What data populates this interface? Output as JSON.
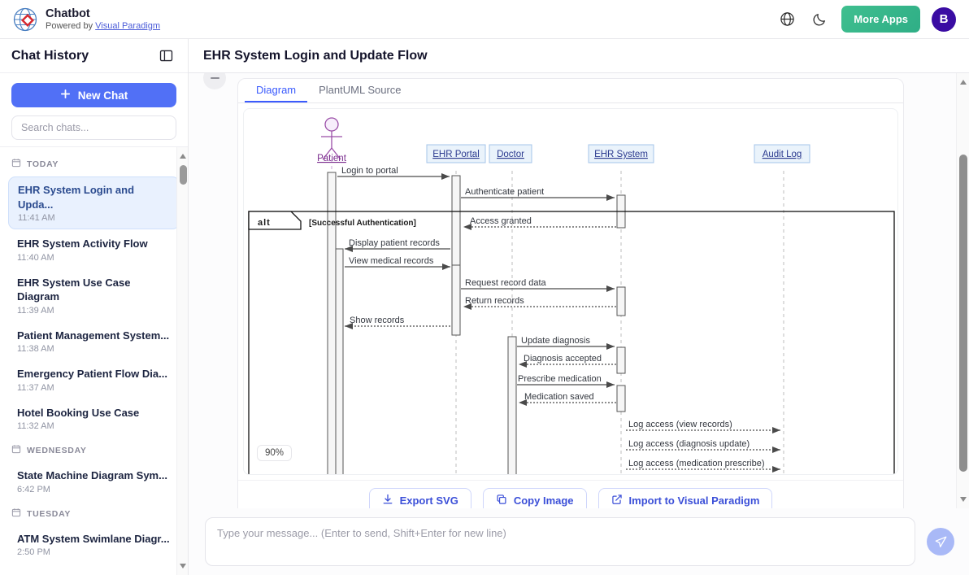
{
  "topbar": {
    "brand_title": "Chatbot",
    "brand_powered_prefix": "Powered by ",
    "brand_powered_link": "Visual Paradigm",
    "logo_icon": "globe-diamond-logo",
    "language_icon": "globe-icon",
    "theme_icon": "moon-icon",
    "more_apps_label": "More Apps",
    "avatar_initial": "B"
  },
  "sidebar": {
    "title": "Chat History",
    "collapse_icon": "panel-toggle-icon",
    "new_chat_label": "New Chat",
    "new_chat_icon": "plus-icon",
    "search_placeholder": "Search chats...",
    "search_value": "",
    "groups": [
      {
        "label": "TODAY",
        "icon": "calendar-icon",
        "items": [
          {
            "name": "EHR System Login and Upda...",
            "time": "11:41 AM",
            "active": true
          },
          {
            "name": "EHR System Activity Flow",
            "time": "11:40 AM",
            "active": false
          },
          {
            "name": "EHR System Use Case Diagram",
            "time": "11:39 AM",
            "active": false
          },
          {
            "name": "Patient Management System...",
            "time": "11:38 AM",
            "active": false
          },
          {
            "name": "Emergency Patient Flow Dia...",
            "time": "11:37 AM",
            "active": false
          },
          {
            "name": "Hotel Booking Use Case",
            "time": "11:32 AM",
            "active": false
          }
        ]
      },
      {
        "label": "WEDNESDAY",
        "icon": "calendar-icon",
        "items": [
          {
            "name": "State Machine Diagram Sym...",
            "time": "6:42 PM",
            "active": false
          }
        ]
      },
      {
        "label": "TUESDAY",
        "icon": "calendar-icon",
        "items": [
          {
            "name": "ATM System Swimlane Diagr...",
            "time": "2:50 PM",
            "active": false
          }
        ]
      }
    ]
  },
  "main": {
    "doc_title": "EHR System Login and Update Flow",
    "tabs": [
      {
        "label": "Diagram",
        "active": true
      },
      {
        "label": "PlantUML Source",
        "active": false
      }
    ],
    "zoom_level": "90%",
    "tools": [
      {
        "icon": "zoom-in-icon",
        "name": "zoom-in-button"
      },
      {
        "icon": "zoom-out-icon",
        "name": "zoom-out-button"
      },
      {
        "icon": "reset-zoom-icon",
        "name": "reset-zoom-button"
      },
      {
        "icon": "expand-icon",
        "name": "fullscreen-button"
      },
      {
        "icon": "fit-screen-icon",
        "name": "fit-to-screen-button"
      }
    ],
    "actions": [
      {
        "label": "Export SVG",
        "icon": "download-icon"
      },
      {
        "label": "Copy Image",
        "icon": "copy-icon"
      },
      {
        "label": "Import to Visual Paradigm",
        "icon": "external-link-icon"
      }
    ]
  },
  "diagram": {
    "type": "uml-sequence-diagram",
    "participants": [
      {
        "id": "patient",
        "label": "Patient",
        "kind": "actor"
      },
      {
        "id": "portal",
        "label": "EHR Portal",
        "kind": "participant"
      },
      {
        "id": "doctor",
        "label": "Doctor",
        "kind": "participant"
      },
      {
        "id": "system",
        "label": "EHR System",
        "kind": "participant"
      },
      {
        "id": "audit",
        "label": "Audit Log",
        "kind": "participant"
      }
    ],
    "fragment": {
      "operator": "alt",
      "condition": "[Successful Authentication]"
    },
    "messages": [
      {
        "text": "Login to portal",
        "from": "patient",
        "to": "portal",
        "style": "solid"
      },
      {
        "text": "Authenticate patient",
        "from": "portal",
        "to": "system",
        "style": "solid"
      },
      {
        "text": "Access granted",
        "from": "system",
        "to": "portal",
        "style": "dashed"
      },
      {
        "text": "Display patient records",
        "from": "portal",
        "to": "patient",
        "style": "solid"
      },
      {
        "text": "View medical records",
        "from": "patient",
        "to": "portal",
        "style": "solid"
      },
      {
        "text": "Request record data",
        "from": "portal",
        "to": "system",
        "style": "solid"
      },
      {
        "text": "Return records",
        "from": "system",
        "to": "portal",
        "style": "dashed"
      },
      {
        "text": "Show records",
        "from": "portal",
        "to": "patient",
        "style": "dashed"
      },
      {
        "text": "Update diagnosis",
        "from": "doctor",
        "to": "system",
        "style": "solid"
      },
      {
        "text": "Diagnosis accepted",
        "from": "system",
        "to": "doctor",
        "style": "dashed"
      },
      {
        "text": "Prescribe medication",
        "from": "doctor",
        "to": "system",
        "style": "solid"
      },
      {
        "text": "Medication saved",
        "from": "system",
        "to": "doctor",
        "style": "dashed"
      },
      {
        "text": "Log access (view records)",
        "from": "system",
        "to": "audit",
        "style": "dashed"
      },
      {
        "text": "Log access (diagnosis update)",
        "from": "system",
        "to": "audit",
        "style": "dashed"
      },
      {
        "text": "Log access (medication prescribe)",
        "from": "system",
        "to": "audit",
        "style": "dashed"
      }
    ]
  },
  "composer": {
    "placeholder": "Type your message... (Enter to send, Shift+Enter for new line)",
    "value": "",
    "send_icon": "send-icon"
  },
  "colors": {
    "accent_blue": "#5170f6",
    "tab_active": "#3b5bfd",
    "more_apps_green": "#32ae86",
    "avatar_purple": "#3a0ca3",
    "participant_fill": "#eaf3fb",
    "participant_stroke": "#a4c5e8",
    "actor_stroke": "#9b4fa8"
  }
}
